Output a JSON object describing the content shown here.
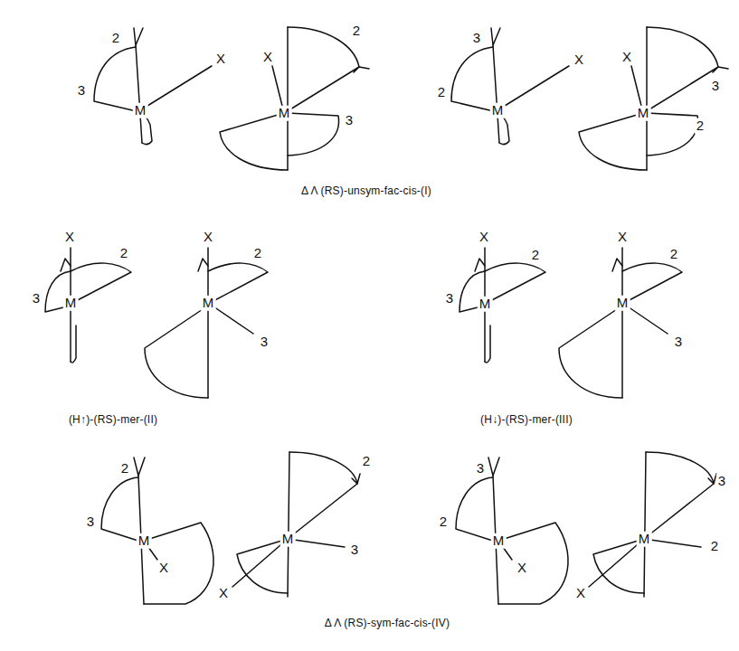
{
  "diagram": {
    "labels": [
      "2",
      "3",
      "M",
      "X",
      "X",
      "M",
      "2",
      "3",
      "3",
      "2",
      "M",
      "X",
      "X",
      "M",
      "3",
      "2",
      "Δ Λ (RS)-unsym-fac-cis-(I)",
      "X",
      "2",
      "3",
      "M",
      "X",
      "2",
      "M",
      "3",
      "X",
      "2",
      "3",
      "M",
      "X",
      "2",
      "M",
      "3",
      "(H↑)-(RS)-mer-(II)",
      "(H↓)-(RS)-mer-(III)",
      "2",
      "3",
      "M",
      "X",
      "X",
      "M",
      "2",
      "3",
      "3",
      "2",
      "M",
      "X",
      "X",
      "M",
      "3",
      "2",
      "Δ Λ (RS)-sym-fac-cis-(IV)"
    ]
  }
}
